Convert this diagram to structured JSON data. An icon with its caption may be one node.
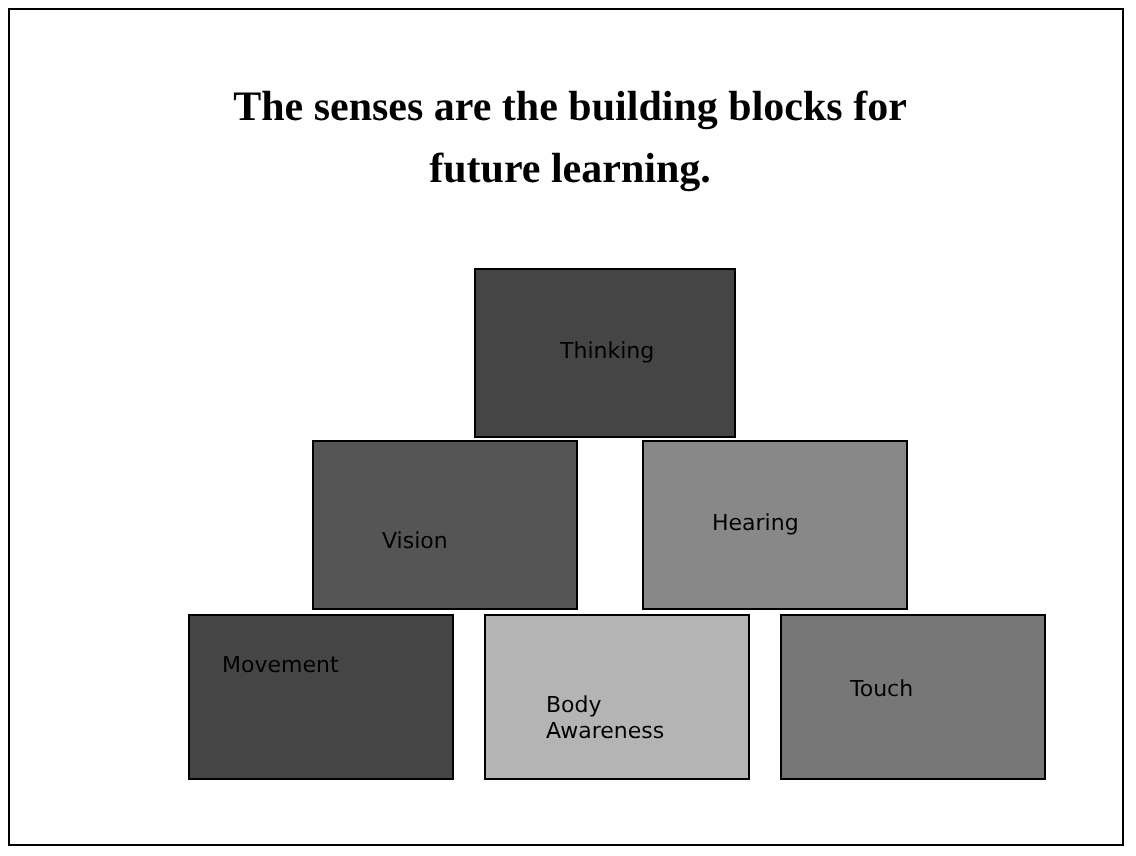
{
  "diagram": {
    "title": "The senses are the building blocks for future learning.",
    "nodes": [
      {
        "text": [
          "Thinking"
        ]
      },
      {
        "text": [
          "Vision"
        ]
      },
      {
        "text": [
          "Hearing"
        ]
      },
      {
        "text": [
          "Movement"
        ]
      },
      {
        "text": [
          "Body Awareness"
        ]
      },
      {
        "text": [
          "Touch"
        ]
      }
    ]
  }
}
